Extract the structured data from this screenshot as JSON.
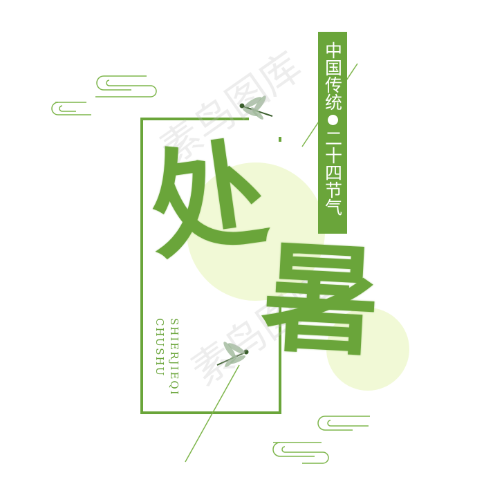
{
  "colors": {
    "green": "#6aa53a",
    "pale": "#f1f9d6",
    "line": "#7db54a"
  },
  "badge": {
    "text1": "中国传统",
    "text2": "二十四节气"
  },
  "title": {
    "char1": "处",
    "char2": "暑"
  },
  "romanization": {
    "line1": "SHIERJIEQI",
    "line2": "CHUSHU"
  },
  "watermark": {
    "text": "素鸟图库"
  },
  "icons": [
    "dragonfly-icon",
    "cloud-scroll-icon"
  ]
}
